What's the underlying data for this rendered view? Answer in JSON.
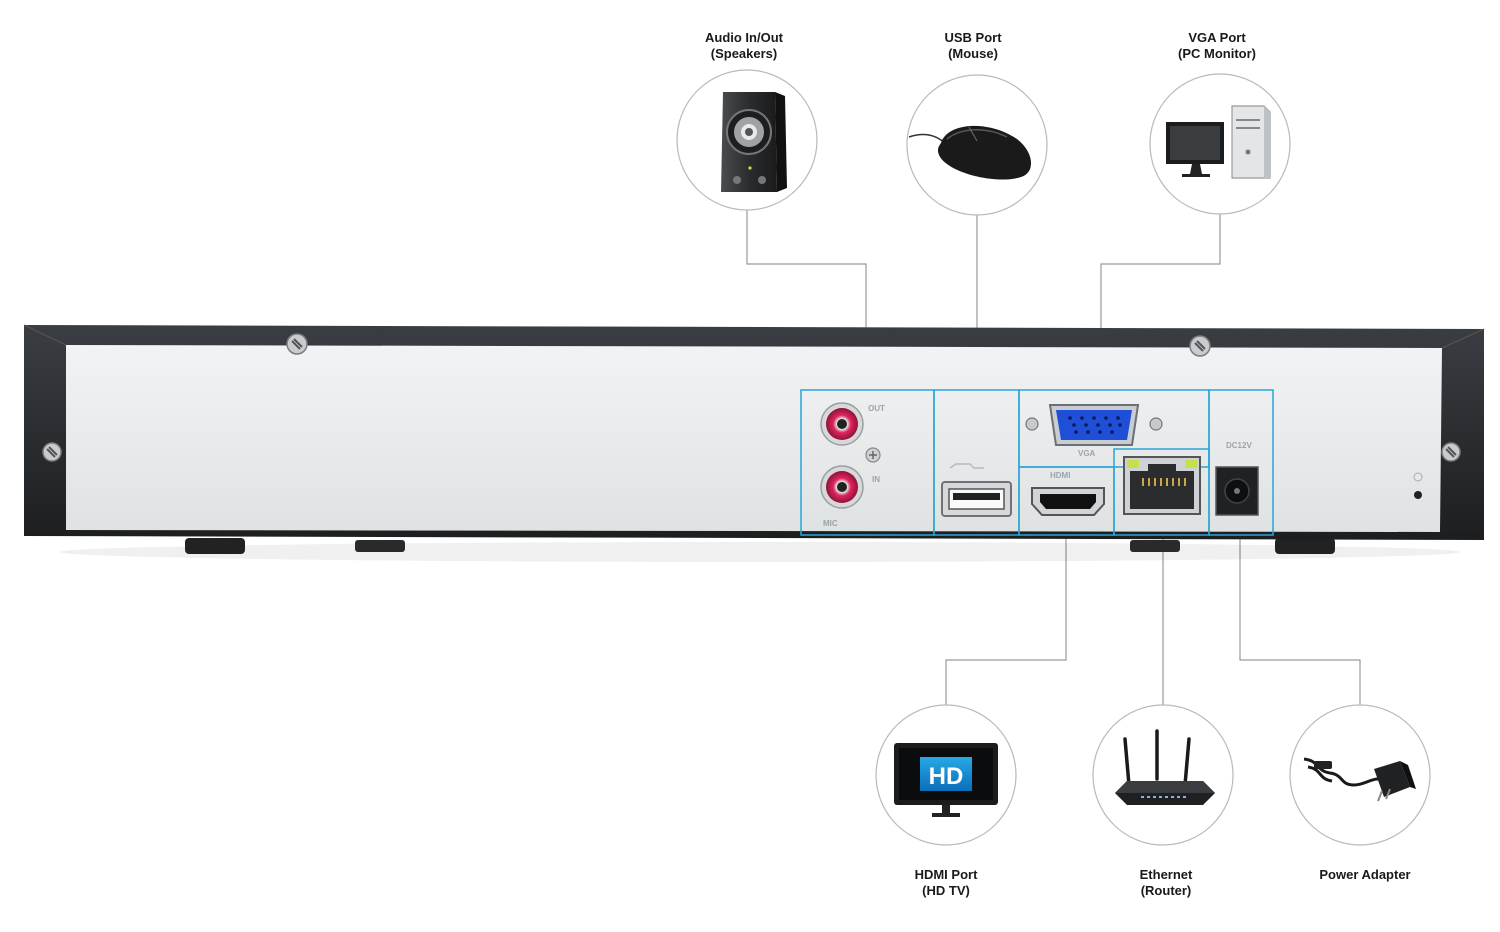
{
  "connections": [
    {
      "id": "audio",
      "line1": "Audio In/Out",
      "line2": "(Speakers)",
      "icon": "speaker-icon"
    },
    {
      "id": "usb",
      "line1": "USB Port",
      "line2": "(Mouse)",
      "icon": "mouse-icon"
    },
    {
      "id": "vga",
      "line1": "VGA Port",
      "line2": "(PC Monitor)",
      "icon": "pc-monitor-icon"
    },
    {
      "id": "hdmi",
      "line1": "HDMI Port",
      "line2": "(HD TV)",
      "icon": "hd-tv-icon"
    },
    {
      "id": "ethernet",
      "line1": "Ethernet",
      "line2": "(Router)",
      "icon": "router-icon"
    },
    {
      "id": "power",
      "line1": "Power Adapter",
      "line2": "",
      "icon": "power-adapter-icon"
    }
  ],
  "device_markings": {
    "audio_out": "OUT",
    "audio_in": "IN",
    "mic": "MIC",
    "vga": "VGA",
    "hdmi": "HDMI",
    "dc": "DC12V",
    "tv_badge": "HD"
  },
  "colors": {
    "highlight": "#2aa5d6",
    "chassis": "#2b2e31",
    "panel": "#e8eaeb",
    "connector_line": "#9a9a9a",
    "rca_red": "#e0245e",
    "vga_blue": "#1f4fd6"
  }
}
